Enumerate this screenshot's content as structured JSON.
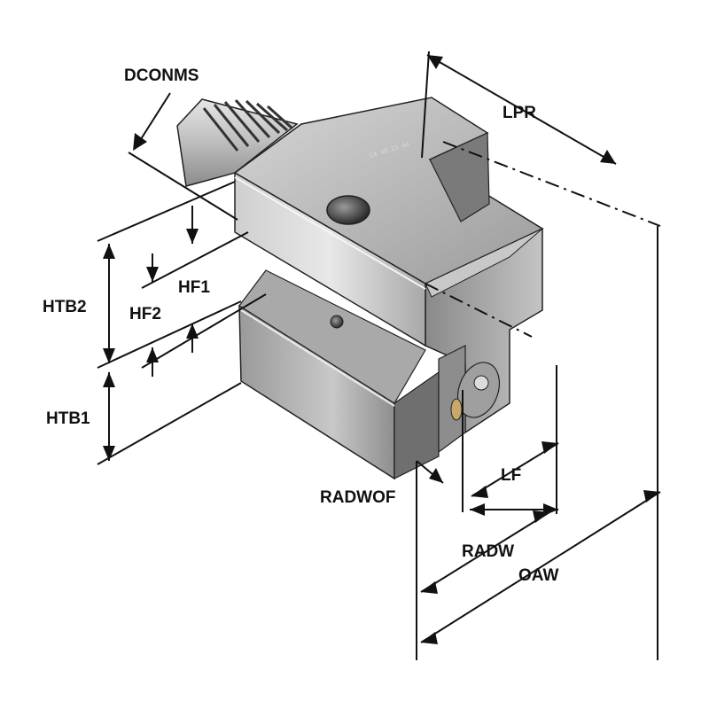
{
  "labels": {
    "dconms": "DCONMS",
    "lpr": "LPR",
    "htb2": "HTB2",
    "hf1": "HF1",
    "hf2": "HF2",
    "htb1": "HTB1",
    "radwof": "RADWOF",
    "lf": "LF",
    "radw": "RADW",
    "oaw": "OAW"
  },
  "part_stamp": "C4 40 25 44",
  "colors": {
    "line": "#111111",
    "steel_light": "#e2e2e2",
    "steel_mid": "#b9b9b9",
    "steel_dark": "#7d7d7d",
    "steel_shadow": "#4a4a4a"
  }
}
